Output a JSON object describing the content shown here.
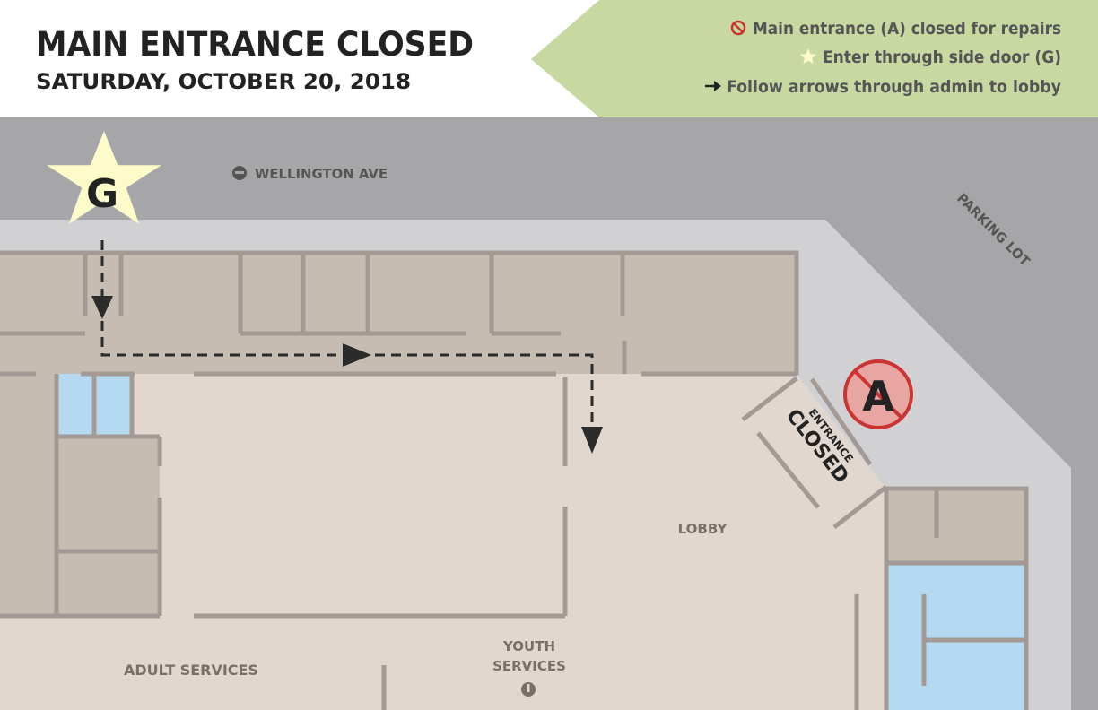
{
  "header": {
    "title": "MAIN ENTRANCE CLOSED",
    "date": "SATURDAY, OCTOBER 20, 2018"
  },
  "legend": {
    "items": [
      {
        "icon": "no-entry-icon",
        "color": "#cc3333",
        "text": "Main entrance (A) closed for repairs"
      },
      {
        "icon": "star-icon",
        "color": "#fdfbc9",
        "text": "Enter through side door (G)"
      },
      {
        "icon": "arrow-right-icon",
        "color": "#222222",
        "text": "Follow arrows through admin to lobby"
      }
    ]
  },
  "map": {
    "street": "WELLINGTON AVE",
    "parking": "PARKING LOT",
    "entrance_label_line1": "ENTRANCE",
    "entrance_label_line2": "CLOSED",
    "marker_g": "G",
    "marker_a": "A",
    "rooms": {
      "lobby": "LOBBY",
      "adult": "ADULT SERVICES",
      "youth_line1": "YOUTH",
      "youth_line2": "SERVICES"
    }
  },
  "colors": {
    "street": "#a6a6a9",
    "sidewalk": "#d1d1d3",
    "floor": "#e1d7cf",
    "admin": "#c7bcb1",
    "water": "#b4d9f1",
    "legend_bg": "#c7d8a1",
    "closed": "#cc3333",
    "star": "#fdfbc9"
  }
}
